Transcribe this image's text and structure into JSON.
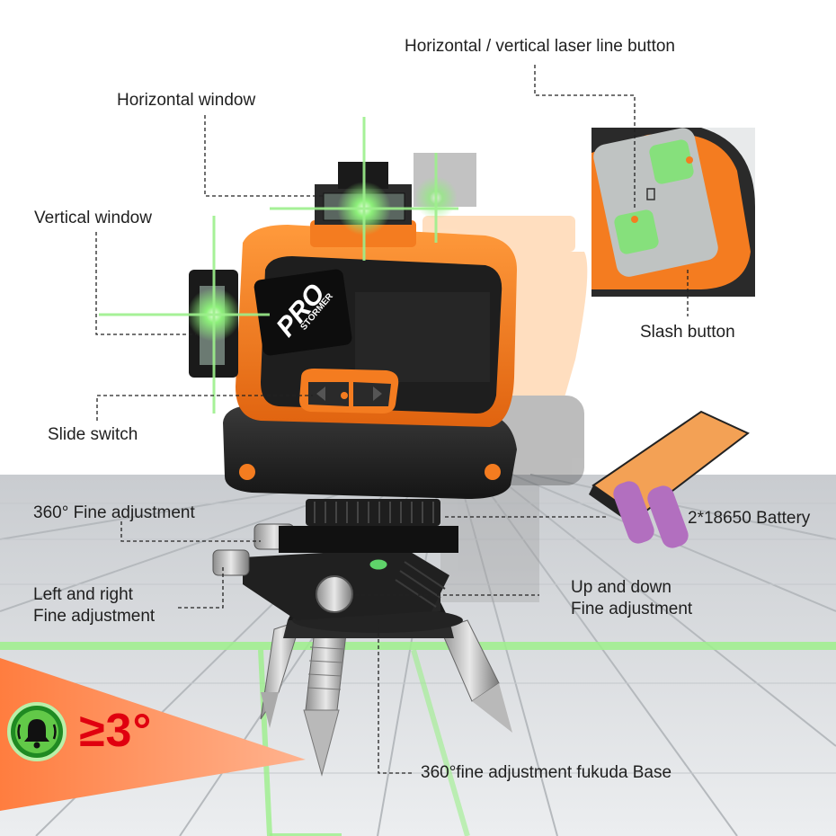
{
  "brand": {
    "logo_text": "PRO",
    "logo_subtext": "STORMER"
  },
  "labels": {
    "hv_button": "Horizontal / vertical laser line button",
    "horizontal_window": "Horizontal window",
    "vertical_window": "Vertical window",
    "slash_button": "Slash button",
    "slide_switch": "Slide switch",
    "fine_360": "360° Fine adjustment",
    "battery": "2*18650 Battery",
    "left_right_line1": "Left and right",
    "left_right_line2": "Fine adjustment",
    "up_down_line1": "Up and down",
    "up_down_line2": "Fine adjustment",
    "base": "360°fine adjustment fukuda Base"
  },
  "alarm": {
    "icon": "bell-alarm-icon",
    "text": "≥3°"
  },
  "colors": {
    "body_orange": "#f47c20",
    "body_dark": "#2a2a2a",
    "laser_green": "#8df07a",
    "alarm_red": "#e0000f",
    "alarm_banner": "#ff8a55",
    "floor": "#d9dcdf",
    "battery_purple": "#b26fbf"
  }
}
